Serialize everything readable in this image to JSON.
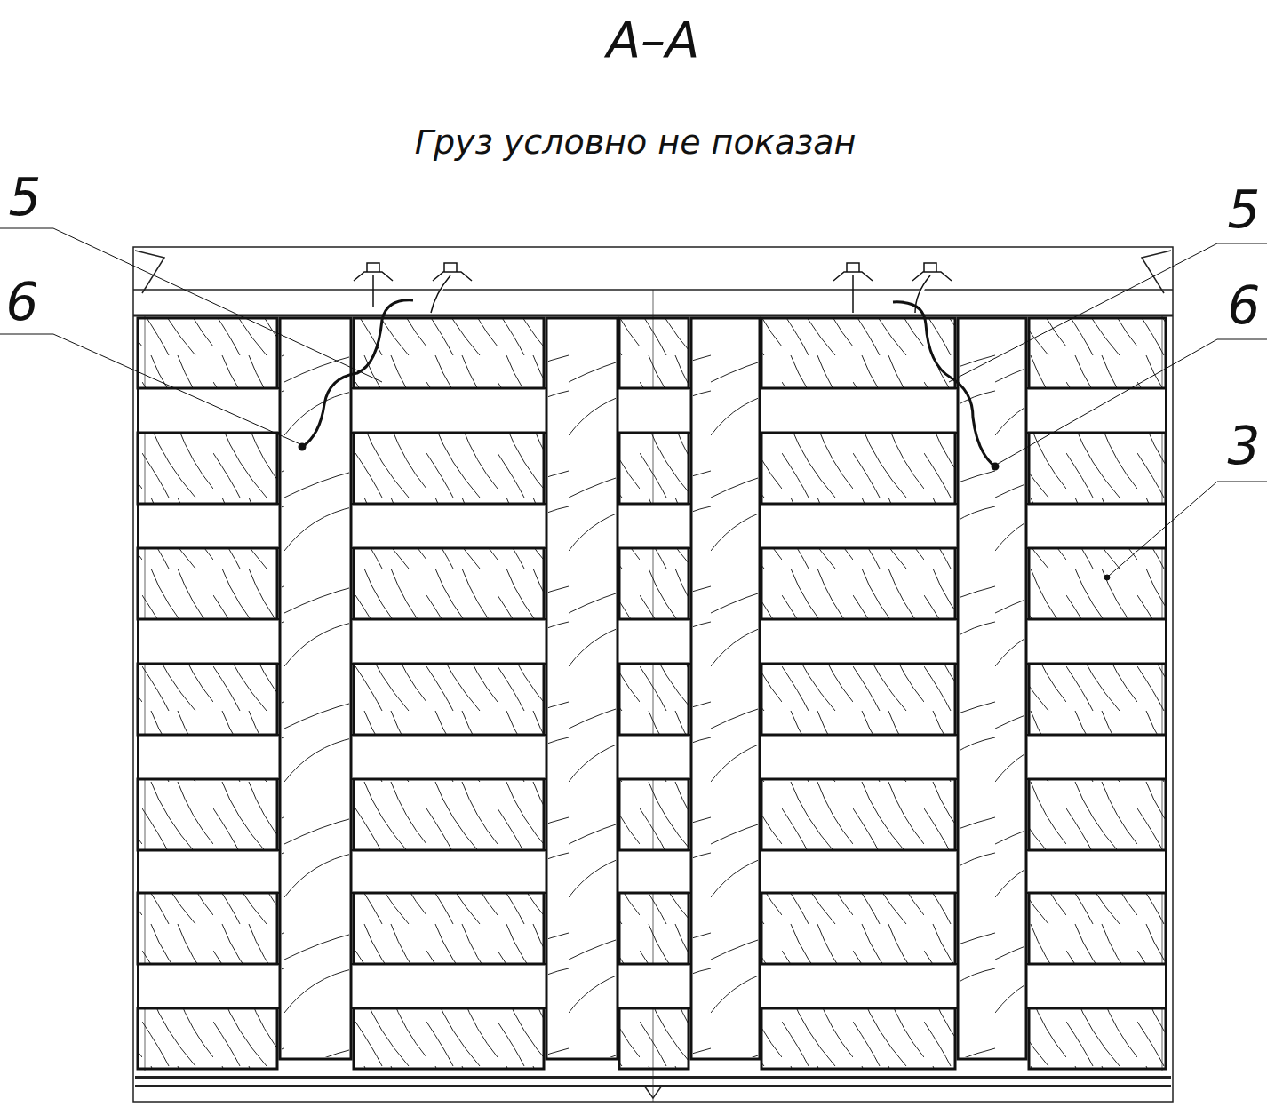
{
  "diagram": {
    "title": "А–А",
    "nodes": [],
    "edges": [],
    "labels": [
      "Груз условно не показан",
      "5",
      "6",
      "5",
      "6",
      "3"
    ]
  }
}
